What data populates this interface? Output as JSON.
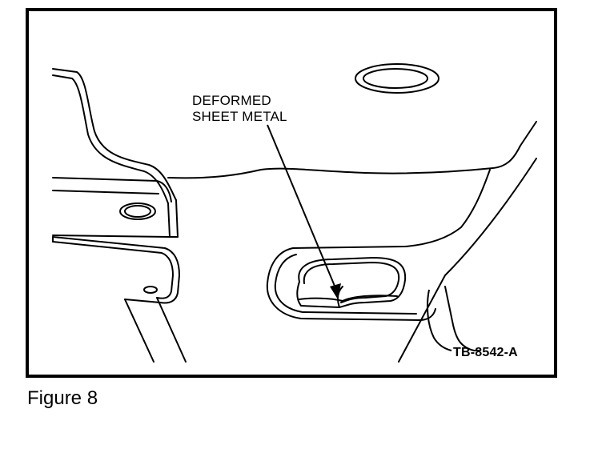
{
  "figure": {
    "callout_line1": "DEFORMED",
    "callout_line2": "SHEET METAL",
    "reference_code": "TB-8542-A",
    "caption": "Figure 8"
  },
  "colors": {
    "ink": "#000000",
    "paper": "#ffffff"
  }
}
